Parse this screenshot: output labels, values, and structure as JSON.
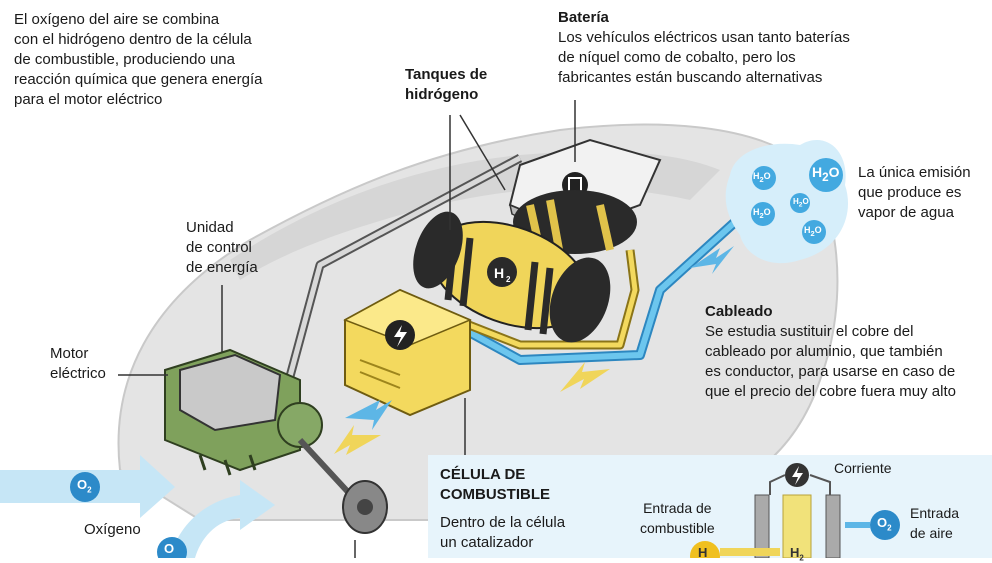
{
  "intro": [
    "El oxígeno del aire se combina",
    "con el hidrógeno dentro de la célula",
    "de combustible, produciendo una",
    "reacción química que genera energía",
    "para el motor eléctrico"
  ],
  "battery": {
    "title": "Batería",
    "body": [
      "Los vehículos eléctricos usan tanto baterías",
      "de níquel como de cobalto, pero los",
      "fabricantes están buscando alternativas"
    ]
  },
  "tanks": {
    "title": [
      "Tanques de",
      "hidrógeno"
    ],
    "label": "H",
    "sub": "2"
  },
  "emission": {
    "text": [
      "La única emisión",
      "que produce es",
      "vapor de agua"
    ],
    "molecule": "H",
    "sub": "2",
    "o": "O"
  },
  "control_unit": [
    "Unidad",
    "de control",
    "de energía"
  ],
  "motor": [
    "Motor",
    "eléctrico"
  ],
  "wiring": {
    "title": "Cableado",
    "body": [
      "Se estudia sustituir el cobre del",
      "cableado por aluminio, que también",
      "es conductor, para usarse en caso de",
      "que el precio del cobre fuera muy alto"
    ]
  },
  "fuel_cell": {
    "title": [
      "CÉLULA DE",
      "COMBUSTIBLE"
    ],
    "body": [
      "Dentro de la célula",
      "un catalizador"
    ]
  },
  "oxygen": {
    "label": "Oxígeno",
    "symbol": "O",
    "sub": "2"
  },
  "inset": {
    "current": "Corriente",
    "fuel_in": [
      "Entrada de",
      "combustible"
    ],
    "air_in": [
      "Entrada",
      "de aire"
    ],
    "h2": "H",
    "sub": "2"
  },
  "colors": {
    "yellow": "#f0d55a",
    "dark": "#2b2b2b",
    "green": "#7a9a5a",
    "blue": "#47aee0",
    "light_blue": "#cfe9f7",
    "car": "#e3e3e3"
  }
}
